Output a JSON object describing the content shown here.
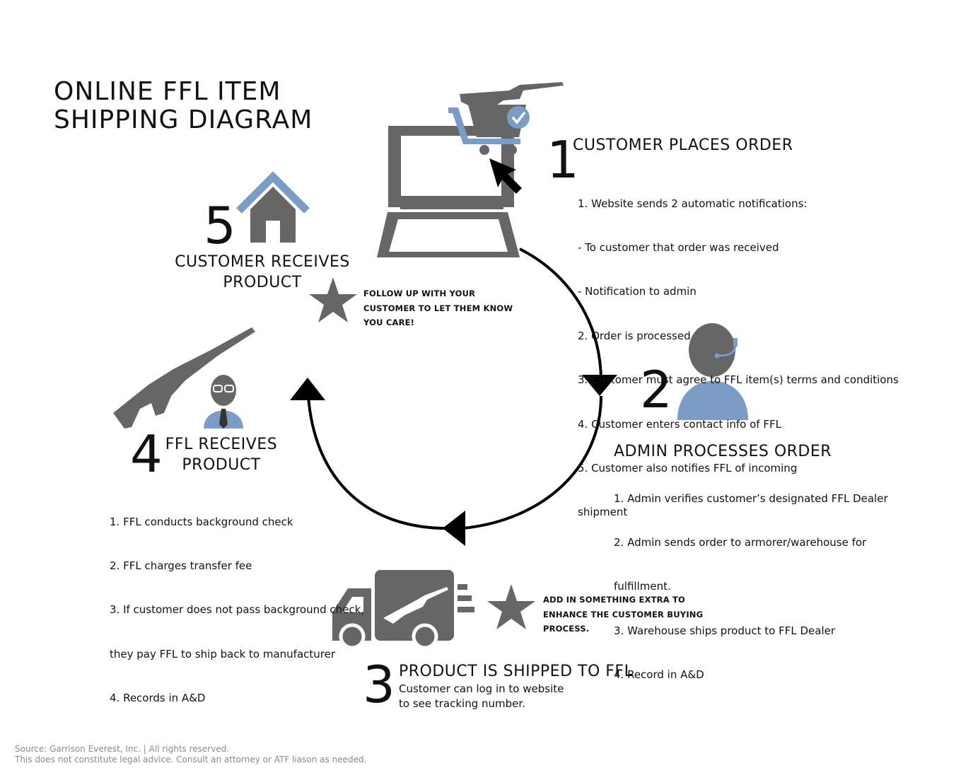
{
  "title": {
    "line1": "ONLINE FFL ITEM",
    "line2": "SHIPPING DIAGRAM"
  },
  "colors": {
    "icon_gray": "#666666",
    "accent_blue": "#7a9cc6",
    "cycle_black": "#000000",
    "footer_gray": "#8a8a8a"
  },
  "steps": {
    "step1": {
      "number": "1",
      "heading": "CUSTOMER PLACES ORDER",
      "icon": "laptop-shopping-cart-icon",
      "items": [
        "1. Website sends 2 automatic notifications:",
        "   - To customer that order was received",
        "   - Notification to admin",
        "2. Order is processed",
        "3. Customer must agree to FFL item(s) terms and conditions",
        "4. Customer enters contact info of FFL",
        "5. Customer also notifies FFL of incoming",
        "   shipment"
      ]
    },
    "step2": {
      "number": "2",
      "heading": "ADMIN PROCESSES ORDER",
      "icon": "admin-headset-icon",
      "items": [
        "1.  Admin verifies customer’s designated FFL Dealer",
        "2. Admin sends order to armorer/warehouse for",
        "    fulfillment.",
        "3. Warehouse ships product to FFL Dealer",
        "4. Record in A&D"
      ]
    },
    "step3": {
      "number": "3",
      "heading": "PRODUCT IS SHIPPED TO FFL",
      "icon": "delivery-truck-icon",
      "items": [
        "Customer can log in to website",
        "to see tracking number."
      ]
    },
    "step4": {
      "number": "4",
      "heading_line1": "FFL RECEIVES",
      "heading_line2": "PRODUCT",
      "icon": "ffl-dealer-rifle-icon",
      "items": [
        "1. FFL conducts background check",
        "2. FFL charges transfer fee",
        "3. If customer does not pass background check,",
        "    they pay FFL to ship back to manufacturer",
        "4. Records in A&D"
      ]
    },
    "step5": {
      "number": "5",
      "heading_line1": "CUSTOMER RECEIVES",
      "heading_line2": "PRODUCT",
      "icon": "house-icon"
    }
  },
  "tips": {
    "tip1": {
      "icon": "star-icon",
      "lines": [
        "FOLLOW UP WITH YOUR",
        "CUSTOMER TO LET THEM KNOW",
        "YOU CARE!"
      ]
    },
    "tip2": {
      "icon": "star-icon",
      "lines": [
        "ADD IN SOMETHING EXTRA TO",
        "ENHANCE THE CUSTOMER BUYING",
        "PROCESS."
      ]
    }
  },
  "footer": {
    "line1": "Source: Garrison Everest, Inc. | All rights reserved.",
    "line2": "This does not constitute legal advice. Consult an attorney or ATF liason as needed."
  }
}
